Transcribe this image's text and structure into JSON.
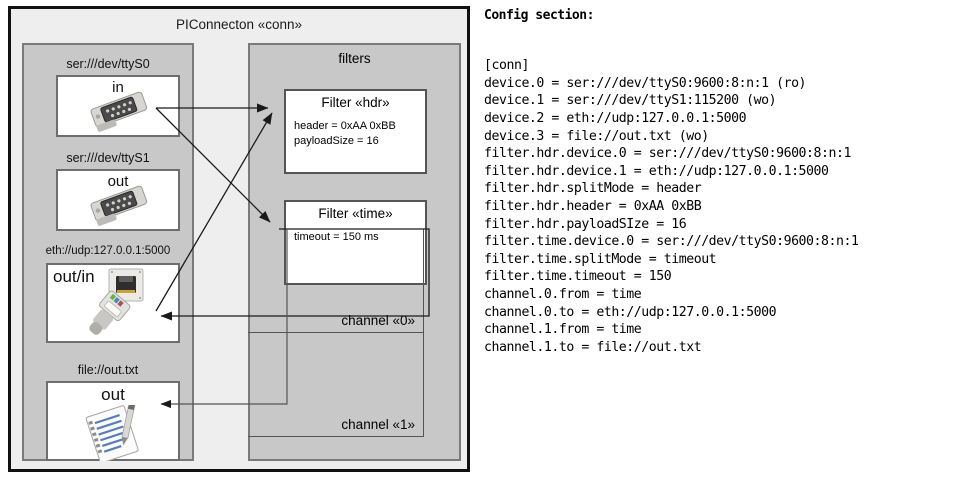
{
  "diagram": {
    "outer_title": "PIConnecton «conn»",
    "filters_group_title": "filters",
    "devices": [
      {
        "label": "ser:///dev/ttyS0",
        "direction": "in",
        "icon": "serial-port-icon"
      },
      {
        "label": "ser:///dev/ttyS1",
        "direction": "out",
        "icon": "serial-port-icon"
      },
      {
        "label": "eth://udp:127.0.0.1:5000",
        "direction": "out/in",
        "icon": "ethernet-jack-icon"
      },
      {
        "label": "file://out.txt",
        "direction": "out",
        "icon": "text-file-icon"
      }
    ],
    "filters": [
      {
        "title": "Filter «hdr»",
        "props": [
          "header = 0xAA 0xBB",
          "payloadSize = 16"
        ]
      },
      {
        "title": "Filter «time»",
        "props": [
          "timeout = 150 ms"
        ]
      }
    ],
    "channels": [
      {
        "label": "channel «0»"
      },
      {
        "label": "channel «1»"
      }
    ],
    "colors": {
      "frame_border": "#111111",
      "frame_fill": "#eeeeee",
      "group_fill": "#c8c8c8",
      "group_border": "#7a7a7a",
      "box_fill": "#ffffff",
      "box_border": "#555555",
      "edge": "#1a1a1a"
    }
  },
  "config": {
    "heading": "Config section:",
    "lines": [
      "[conn]",
      "device.0 = ser:///dev/ttyS0:9600:8:n:1 (ro)",
      "device.1 = ser:///dev/ttyS1:115200 (wo)",
      "device.2 = eth://udp:127.0.0.1:5000",
      "device.3 = file://out.txt (wo)",
      "filter.hdr.device.0 = ser:///dev/ttyS0:9600:8:n:1",
      "filter.hdr.device.1 = eth://udp:127.0.0.1:5000",
      "filter.hdr.splitMode = header",
      "filter.hdr.header = 0xAA 0xBB",
      "filter.hdr.payloadSIze = 16",
      "filter.time.device.0 = ser:///dev/ttyS0:9600:8:n:1",
      "filter.time.splitMode = timeout",
      "filter.time.timeout = 150",
      "channel.0.from = time",
      "channel.0.to = eth://udp:127.0.0.1:5000",
      "channel.1.from = time",
      "channel.1.to = file://out.txt"
    ]
  }
}
